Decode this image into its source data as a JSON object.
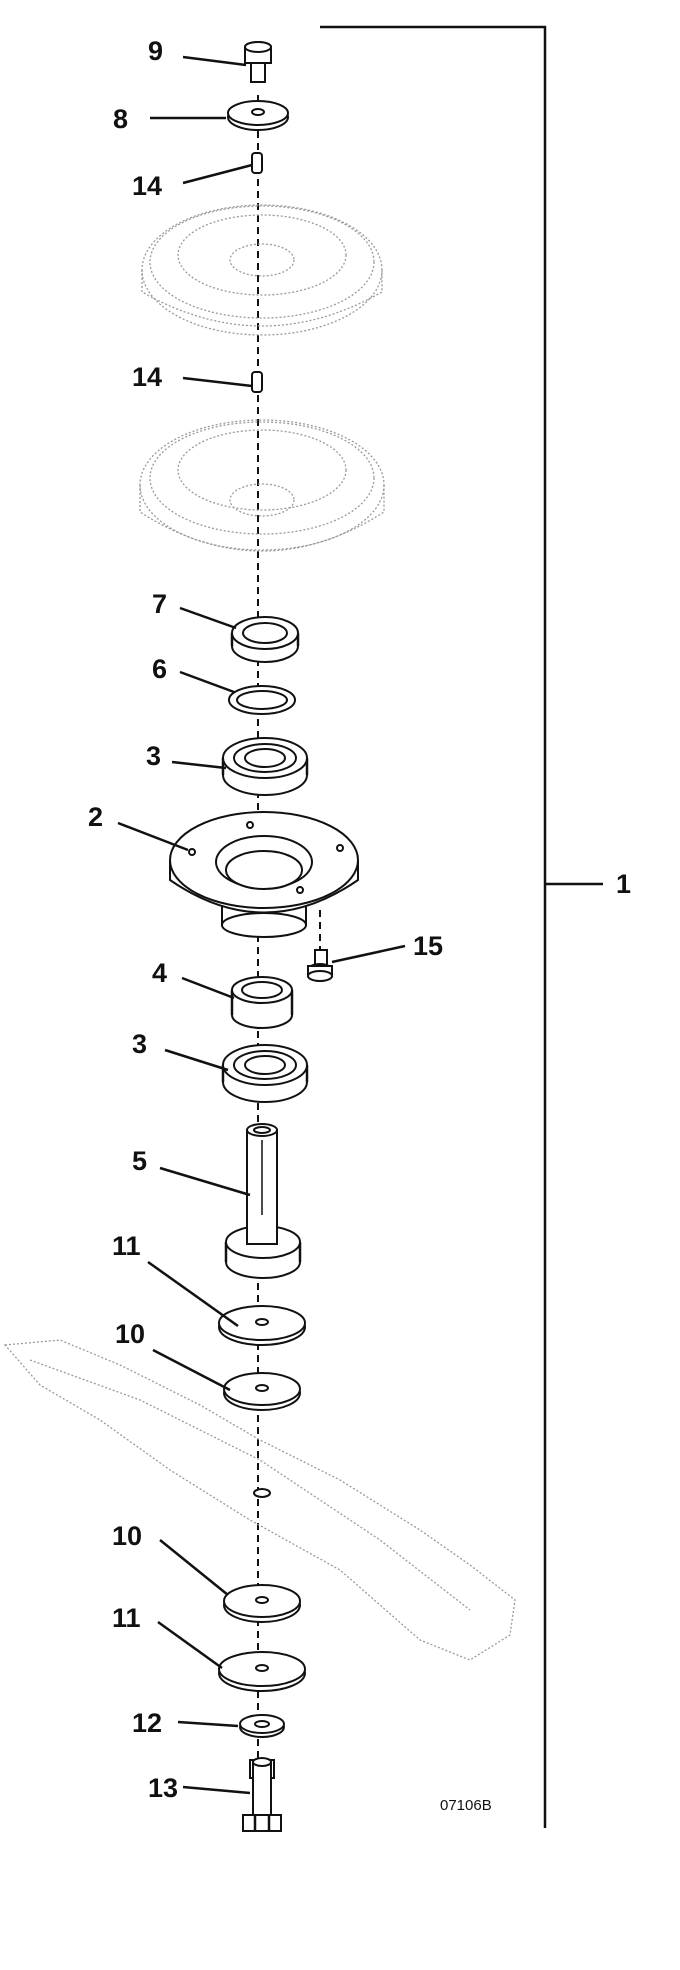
{
  "callouts": {
    "c1": "1",
    "c2": "2",
    "c3a": "3",
    "c3b": "3",
    "c4": "4",
    "c5": "5",
    "c6": "6",
    "c7": "7",
    "c8": "8",
    "c9": "9",
    "c10a": "10",
    "c10b": "10",
    "c11a": "11",
    "c11b": "11",
    "c12": "12",
    "c13": "13",
    "c14a": "14",
    "c14b": "14",
    "c15": "15"
  },
  "figure_code": "07106B"
}
